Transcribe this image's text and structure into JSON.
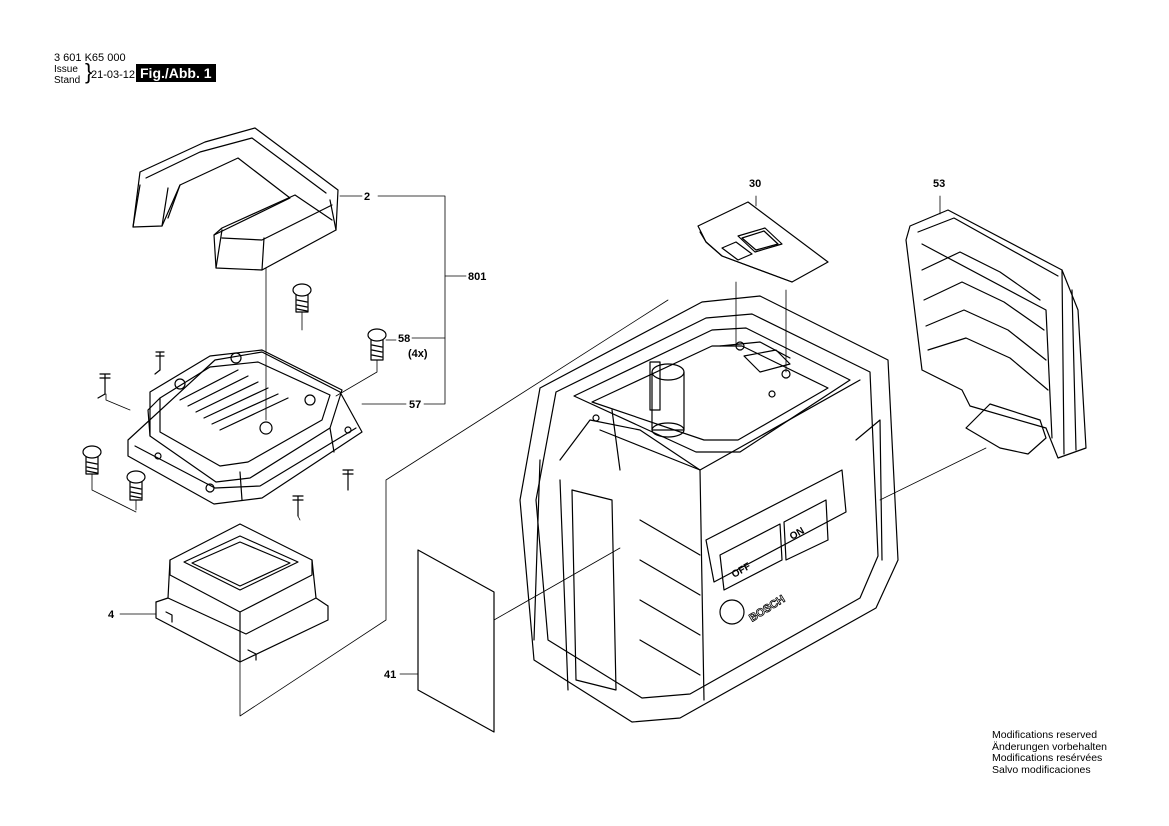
{
  "header": {
    "part_number": "3 601 K65 000",
    "issue_label": "Issue",
    "stand_label": "Stand",
    "issue_date": "21-03-12",
    "figure_label": "Fig./Abb. 1"
  },
  "callouts": {
    "p2": "2",
    "p801": "801",
    "p58": "58",
    "p58_qty": "(4x)",
    "p57": "57",
    "p4": "4",
    "p30": "30",
    "p53": "53",
    "p41": "41"
  },
  "device_markings": {
    "brand": "BOSCH",
    "switch_on": "ON",
    "switch_off": "OFF"
  },
  "notes": [
    "Modifications reserved",
    "Änderungen vorbehalten",
    "Modifications resérvées",
    "Salvo modificaciones"
  ]
}
